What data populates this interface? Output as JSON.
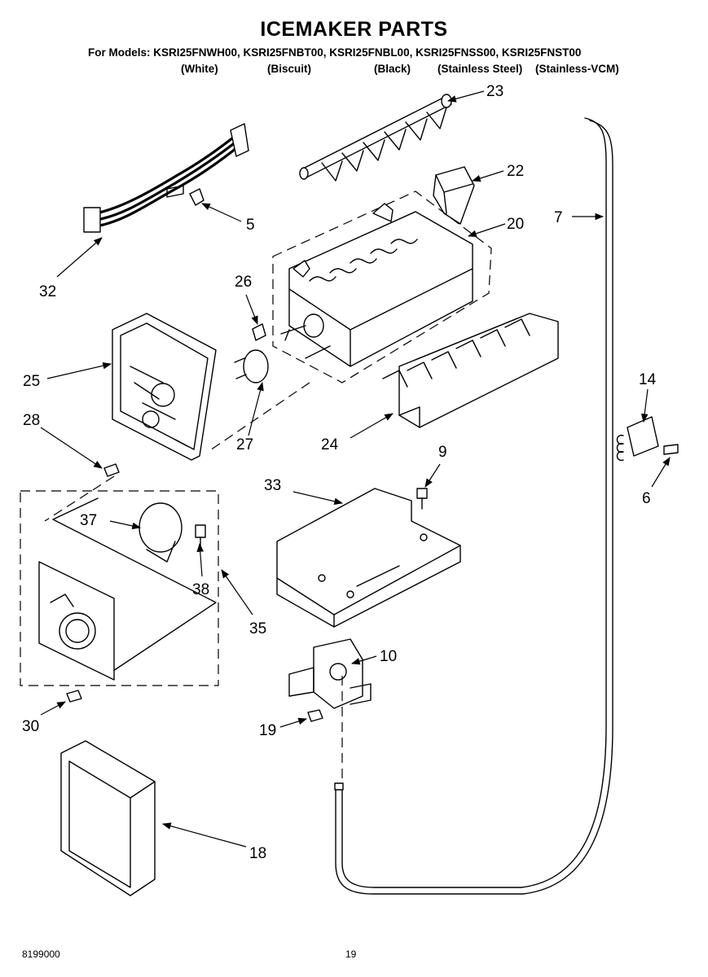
{
  "header": {
    "title": "ICEMAKER PARTS",
    "models_line": "For Models: KSRI25FNWH00, KSRI25FNBT00, KSRI25FNBL00, KSRI25FNSS00, KSRI25FNST00",
    "colors": [
      "(White)",
      "(Biscuit)",
      "(Black)",
      "(Stainless Steel)",
      "(Stainless-VCM)"
    ]
  },
  "callouts": {
    "c23": "23",
    "c22": "22",
    "c20": "20",
    "c7": "7",
    "c5": "5",
    "c32": "32",
    "c26": "26",
    "c25": "25",
    "c27": "27",
    "c24": "24",
    "c28": "28",
    "c14": "14",
    "c9": "9",
    "c33": "33",
    "c6": "6",
    "c37": "37",
    "c38": "38",
    "c35": "35",
    "c10": "10",
    "c30": "30",
    "c19": "19",
    "c18": "18"
  },
  "footer": {
    "doc_number": "8199000",
    "page_number": "19"
  }
}
